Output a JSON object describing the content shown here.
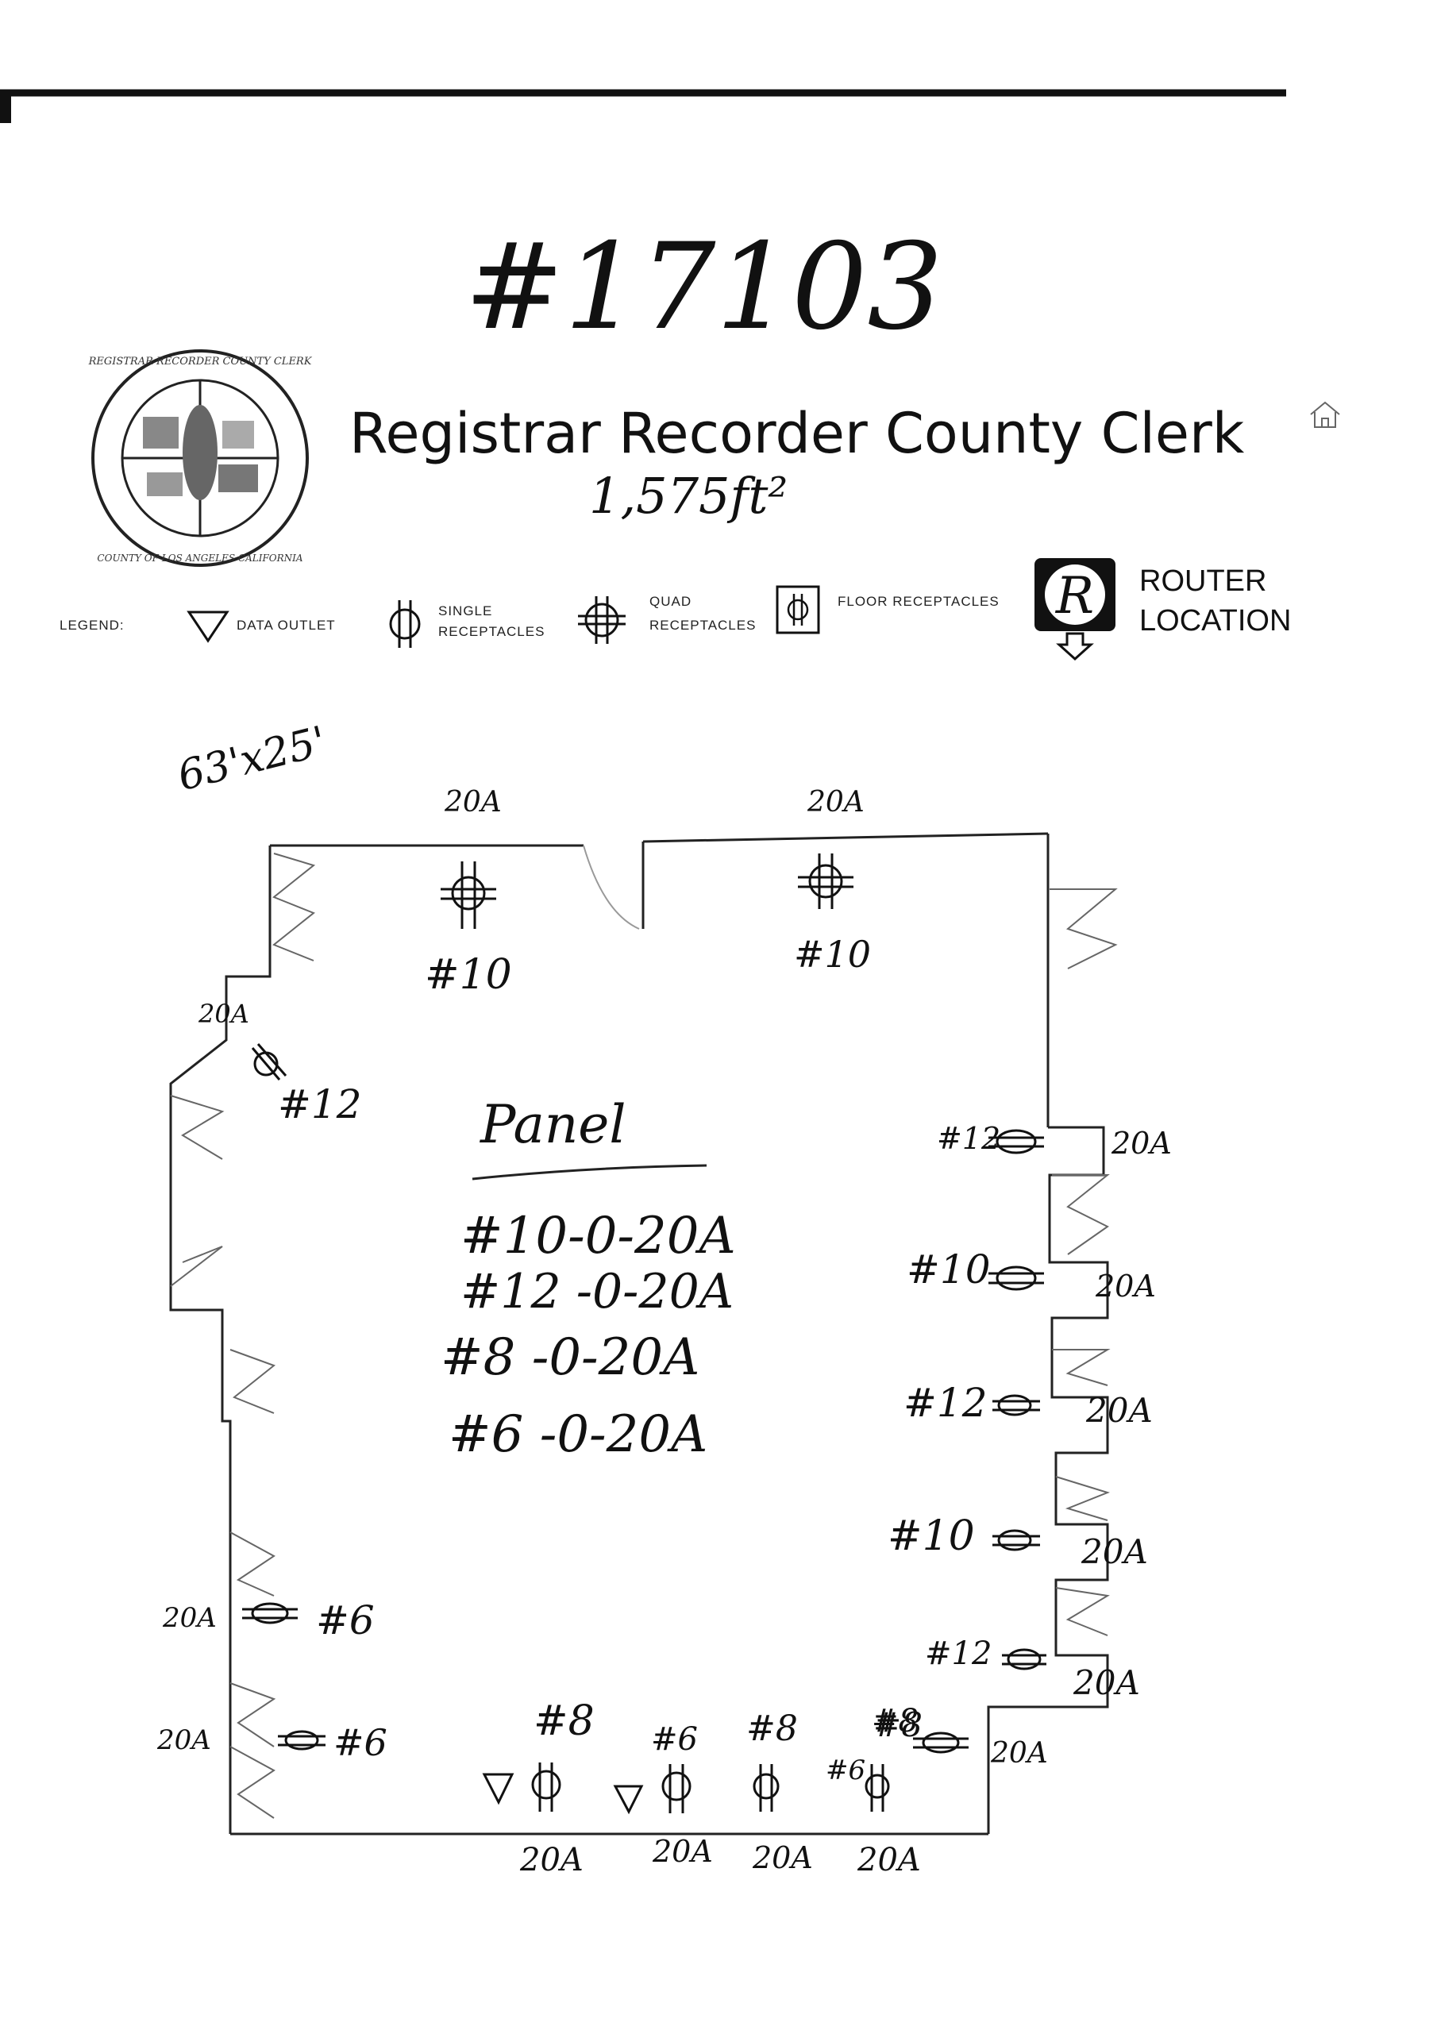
{
  "header": {
    "document_number": "#17103",
    "title": "Registrar Recorder County Clerk",
    "area": "1,575ft²",
    "seal_text_top": "REGISTRAR RECORDER COUNTY CLERK",
    "seal_text_bottom": "COUNTY OF LOS ANGELES CALIFORNIA"
  },
  "legend": {
    "label": "LEGEND:",
    "data_outlet": "DATA OUTLET",
    "single_line1": "SINGLE",
    "single_line2": "RECEPTACLES",
    "quad_line1": "QUAD",
    "quad_line2": "RECEPTACLES",
    "floor": "FLOOR RECEPTACLES",
    "router_letter": "R",
    "router_line1": "ROUTER",
    "router_line2": "LOCATION"
  },
  "plan": {
    "dimensions": "63'x25'",
    "panel_title": "Panel",
    "panel_lines": [
      "#10-0-20A",
      "#12 -0-20A",
      "#8 -0-20A",
      "#6 -0-20A"
    ],
    "top_labels": [
      "20A",
      "20A"
    ],
    "top_numbers": [
      "#10",
      "#10"
    ],
    "left_upper": {
      "amp": "20A",
      "num": "#12"
    },
    "right_side": [
      {
        "num": "#12",
        "amp": "20A"
      },
      {
        "num": "#10",
        "amp": "20A"
      },
      {
        "num": "#12",
        "amp": "20A"
      },
      {
        "num": "#10",
        "amp": "20A"
      },
      {
        "num": "#12",
        "amp": "20A"
      },
      {
        "num": "#8",
        "amp": "20A"
      }
    ],
    "left_lower": [
      {
        "amp": "20A",
        "num": "#6"
      },
      {
        "amp": "20A",
        "num": "#6"
      }
    ],
    "bottom_numbers": [
      "#8",
      "#6",
      "#8",
      "#8",
      "#6"
    ],
    "bottom_amps": [
      "20A",
      "20A",
      "20A",
      "20A"
    ]
  }
}
